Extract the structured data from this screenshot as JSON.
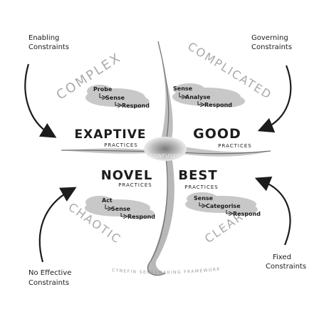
{
  "corner_labels": {
    "enabling": [
      "Enabling",
      "Constraints"
    ],
    "governing": [
      "Governing",
      "Constraints"
    ],
    "no_effective": [
      "No Effective",
      "Constraints"
    ],
    "fixed": [
      "Fixed",
      "Constraints"
    ]
  },
  "domains": {
    "complex": {
      "name": "COMPLEX",
      "steps": [
        "Probe",
        "Sense",
        "Respond"
      ],
      "practice": "EXAPTIVE",
      "practice_sub": "PRACTICES"
    },
    "complicated": {
      "name": "COMPLICATED",
      "steps": [
        "Sense",
        "Analyse",
        "Respond"
      ],
      "practice": "GOOD",
      "practice_sub": "PRACTICES"
    },
    "chaotic": {
      "name": "CHAOTIC",
      "steps": [
        "Act",
        "Sense",
        "Respond"
      ],
      "practice": "NOVEL",
      "practice_sub": "PRACTICES"
    },
    "clear": {
      "name": "CLEAR",
      "steps": [
        "Sense",
        "Categorise",
        "Respond"
      ],
      "practice": "BEST",
      "practice_sub": "PRACTICES"
    }
  },
  "center_label": "CONFUSED",
  "footer": "CYNEFIN SENSEMAKING FRAMEWORK",
  "colors": {
    "ink": "#1c1c1c",
    "domain_text": "#a9a9a9",
    "cloud": "#c8c8c8",
    "cloud_dark": "#b3b3b3",
    "center": "#8a8a8a"
  },
  "icons": [
    "arrow-curved",
    "step-arrow"
  ]
}
